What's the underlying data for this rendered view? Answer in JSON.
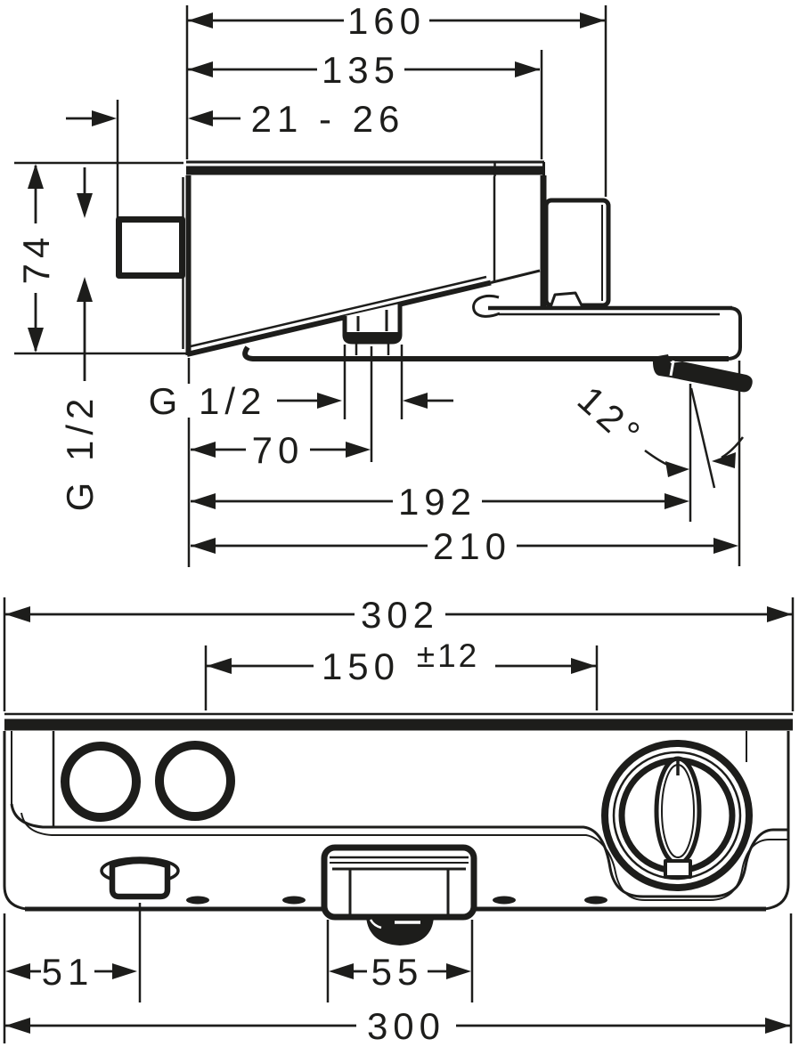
{
  "side_view": {
    "width_with_handle": "160",
    "plate_width": "135",
    "wall_clearance": "21 - 26",
    "body_height": "74",
    "inlet_thread": "G 1/2",
    "bottom_outlet_thread": "G 1/2",
    "outlet_offset": "70",
    "spout_reach": "192",
    "total_depth": "210",
    "spout_angle": "12°"
  },
  "front_view": {
    "total_width": "302",
    "connection_spacing": "150",
    "connection_tolerance": "±12",
    "button_offset": "51",
    "spout_width": "55",
    "body_width": "300"
  }
}
